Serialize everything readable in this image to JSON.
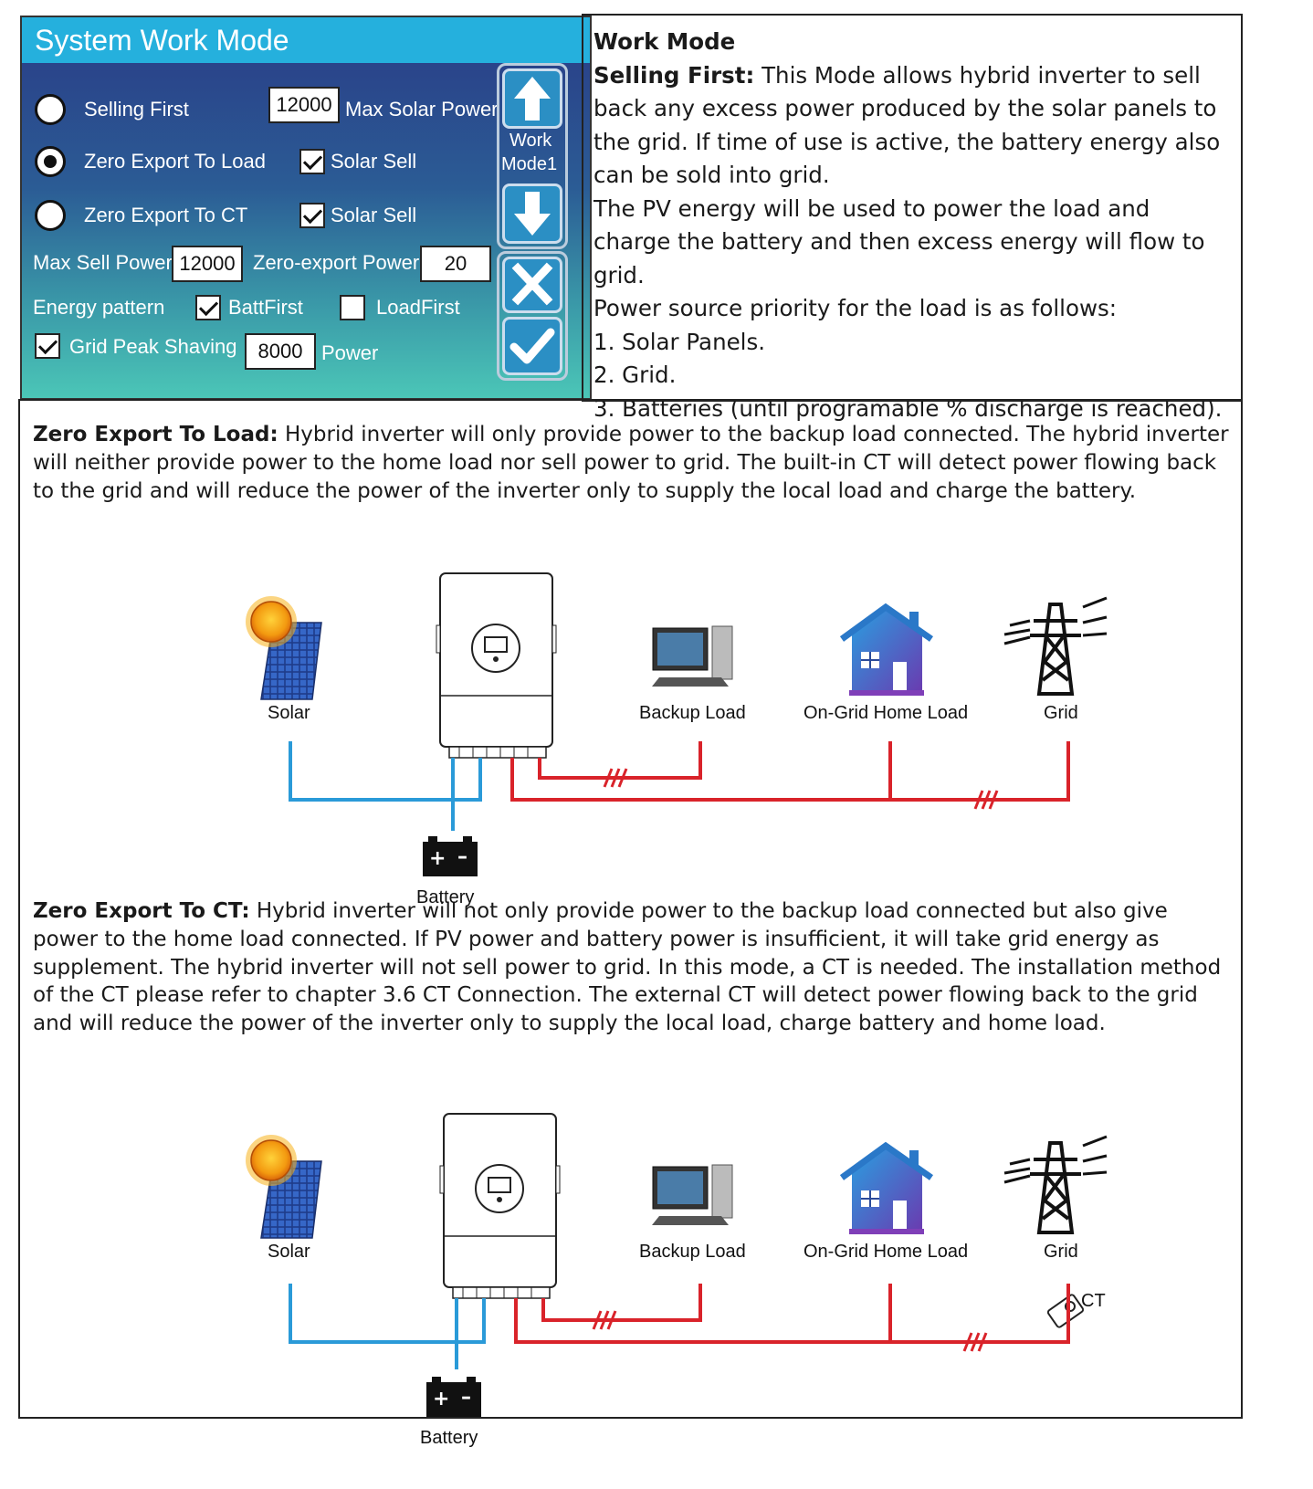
{
  "panel": {
    "title": "System Work Mode",
    "modes": [
      {
        "label": "Selling First",
        "selected": false
      },
      {
        "label": "Zero Export To Load",
        "selected": true
      },
      {
        "label": "Zero Export To CT",
        "selected": false
      }
    ],
    "max_solar_power_value": "12000",
    "max_solar_power_label": "Max Solar Power",
    "solar_sell_label": "Solar Sell",
    "solar_sell_1_checked": true,
    "solar_sell_2_checked": true,
    "max_sell_power_label": "Max Sell Power",
    "max_sell_power_value": "12000",
    "zero_export_power_label": "Zero-export Power",
    "zero_export_power_value": "20",
    "energy_pattern_label": "Energy pattern",
    "batt_first_label": "BattFirst",
    "batt_first_checked": true,
    "load_first_label": "LoadFirst",
    "load_first_checked": false,
    "grid_peak_shaving_label": "Grid Peak Shaving",
    "grid_peak_shaving_checked": true,
    "peak_power_value": "8000",
    "peak_power_label": "Power",
    "work_mode_label_1": "Work",
    "work_mode_label_2": "Mode1"
  },
  "work_mode_text": {
    "heading": "Work Mode",
    "selling_first_title": "Selling First:",
    "selling_first_body": " This Mode allows hybrid inverter to sell back any excess power produced by the solar panels to the grid. If time of use is active, the battery energy also can be sold into grid.",
    "pv_energy": "The PV energy will be used to power the load and charge the battery and then excess energy will flow to grid.",
    "priority_intro": "Power source priority for the load is as follows:",
    "priority_1": "1. Solar Panels.",
    "priority_2": "2. Grid.",
    "priority_3": "3. Batteries (until programable % discharge is reached)."
  },
  "zero_export_load": {
    "title": "Zero Export To Load:",
    "body": " Hybrid inverter will only provide power to the backup load connected. The hybrid inverter will neither provide power to the home load nor sell power to grid. The built-in CT will detect power flowing back to the grid and will reduce the power of the inverter only to supply the local load and charge the battery."
  },
  "zero_export_ct": {
    "title": "Zero Export To CT:",
    "body": " Hybrid inverter will not only provide power to the backup load connected but also give power to the home load connected. If PV power and battery power is insufficient, it will take grid energy as supplement. The hybrid inverter will not sell power to grid. In this mode, a CT is needed. The installation method of the CT please refer to chapter 3.6 CT Connection. The external CT will detect power flowing back to the grid and will reduce the power of the inverter only to supply the local load, charge battery and home load."
  },
  "diagram_labels": {
    "solar": "Solar",
    "backup_load": "Backup Load",
    "home_load": "On-Grid Home Load",
    "grid": "Grid",
    "battery": "Battery",
    "ct": "CT"
  },
  "colors": {
    "dc_line": "#2a9ad8",
    "ac_line": "#d9232a",
    "panel_title": "#25b0dd"
  },
  "icons": [
    "arrow-up-icon",
    "arrow-down-icon",
    "close-icon",
    "check-icon",
    "sun-icon",
    "solar-panel-icon",
    "inverter-icon",
    "computer-icon",
    "house-icon",
    "transmission-tower-icon",
    "battery-icon",
    "ct-clamp-icon"
  ]
}
